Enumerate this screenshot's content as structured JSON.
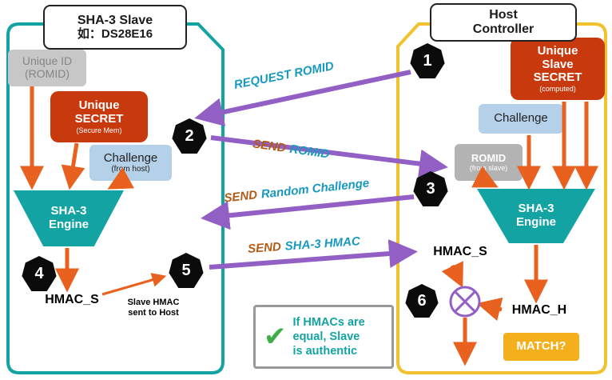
{
  "slave": {
    "title_line1": "SHA-3 Slave",
    "title_line2": "如：DS28E16",
    "unique_id": {
      "line1": "Unique ID",
      "line2": "(ROMID)"
    },
    "unique_secret": {
      "line1": "Unique",
      "line2": "SECRET",
      "line3": "(Secure Mem)"
    },
    "challenge": {
      "line1": "Challenge",
      "line2": "(from host)"
    },
    "engine": {
      "line1": "SHA-3",
      "line2": "Engine"
    },
    "hmac_label": "HMAC_S",
    "note_line1": "Slave HMAC",
    "note_line2": "sent to Host"
  },
  "host": {
    "title_line1": "Host",
    "title_line2": "Controller",
    "unique_secret": {
      "line1": "Unique",
      "line2": "Slave",
      "line3": "SECRET",
      "line4": "(computed)"
    },
    "challenge": "Challenge",
    "romid": {
      "line1": "ROMID",
      "line2": "(from slave)"
    },
    "engine": {
      "line1": "SHA-3",
      "line2": "Engine"
    },
    "hmac_s": "HMAC_S",
    "hmac_h": "HMAC_H",
    "match": "MATCH?"
  },
  "steps": {
    "badge1": "1",
    "badge2": "2",
    "badge3": "3",
    "badge4": "4",
    "badge5": "5",
    "badge6": "6"
  },
  "flows": {
    "f1": {
      "text": "REQUEST ROMID"
    },
    "f2": {
      "prefix": "SEND",
      "text": "ROMID"
    },
    "f3": {
      "prefix": "SEND",
      "text": "Random Challenge"
    },
    "f4": {
      "prefix": "SEND",
      "text": "SHA-3 HMAC"
    }
  },
  "verdict": {
    "check": "✔",
    "line1": "If HMACs are",
    "line2": "equal, Slave",
    "line3": "is authentic"
  },
  "colors": {
    "teal": "#14a3a3",
    "yellow": "#f2c12e",
    "red": "#c8390e",
    "purple": "#925fc5",
    "orange": "#e9611e",
    "flowTeal": "#1899c0",
    "flowBrown": "#b35a15",
    "green": "#3fae49",
    "gold": "#f3b01c",
    "grayBox": "#c7c7c7",
    "grayText": "#858585",
    "romidGray": "#b3b3b3",
    "blue": "#b5d1e9",
    "borderGray": "#999999"
  }
}
